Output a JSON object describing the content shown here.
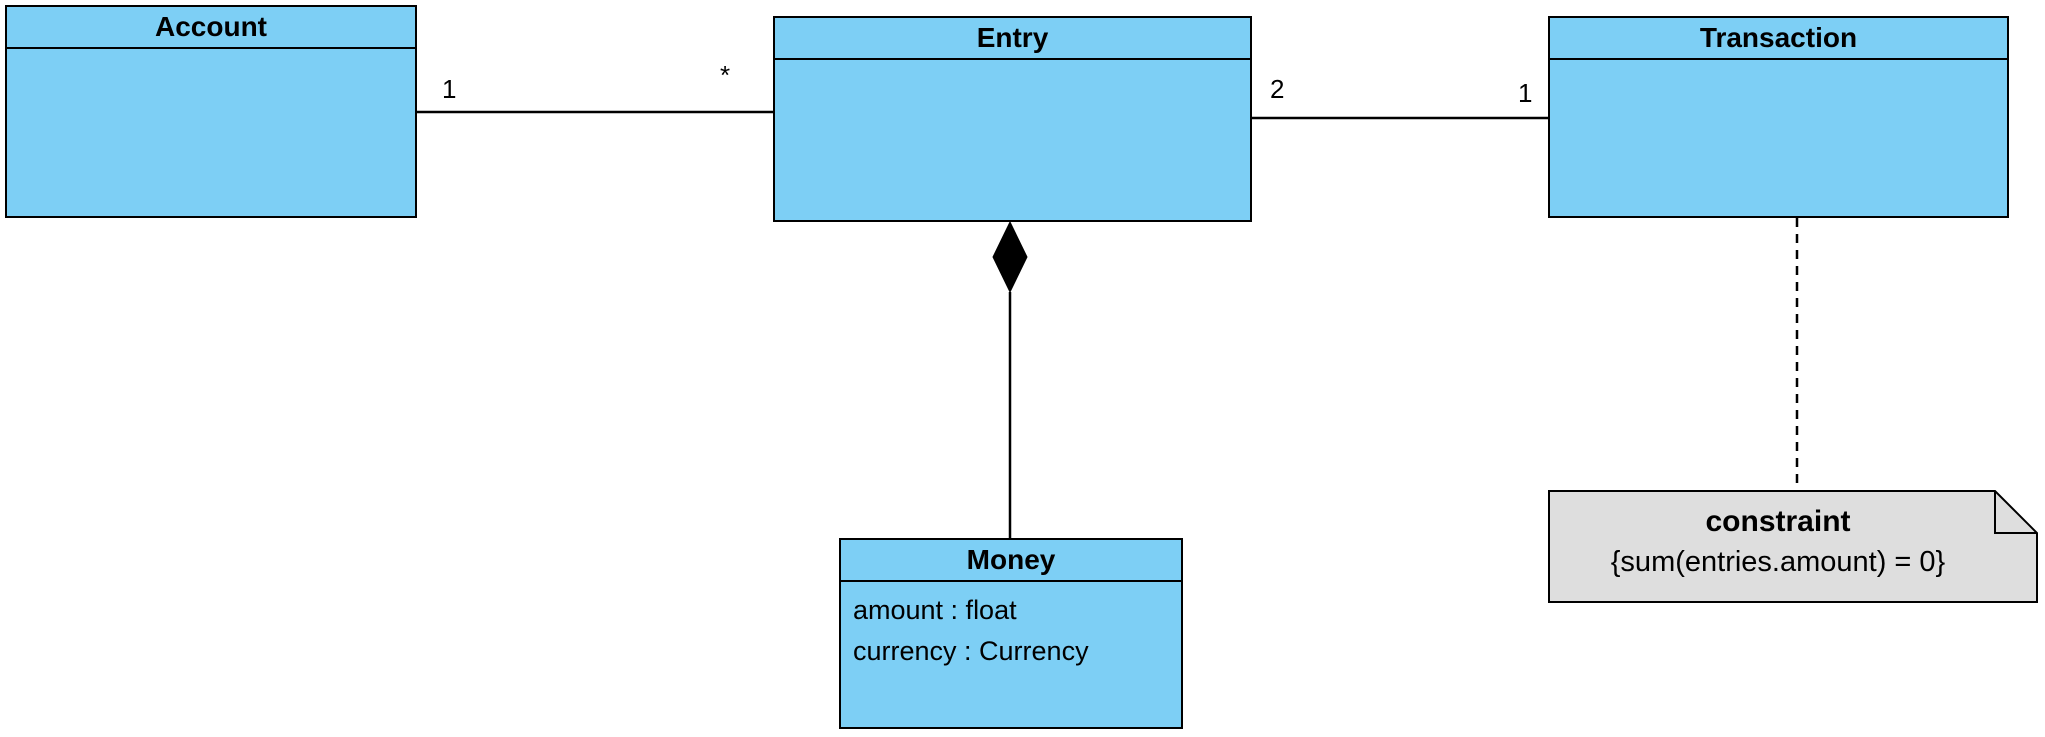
{
  "classes": {
    "account": {
      "name": "Account",
      "attributes": []
    },
    "entry": {
      "name": "Entry",
      "attributes": []
    },
    "transaction": {
      "name": "Transaction",
      "attributes": []
    },
    "money": {
      "name": "Money",
      "attributes": [
        "amount : float",
        "currency : Currency"
      ]
    }
  },
  "associations": {
    "account_entry": {
      "account_end": "1",
      "entry_end": "*"
    },
    "entry_transaction": {
      "entry_end": "2",
      "transaction_end": "1"
    }
  },
  "composition": {
    "whole": "Entry",
    "part": "Money"
  },
  "note": {
    "title": "constraint",
    "text": "{sum(entries.amount) = 0}",
    "attached_to": "Transaction"
  },
  "colors": {
    "class_fill": "#7dcff5",
    "note_fill": "#dedede",
    "stroke": "#000000"
  }
}
